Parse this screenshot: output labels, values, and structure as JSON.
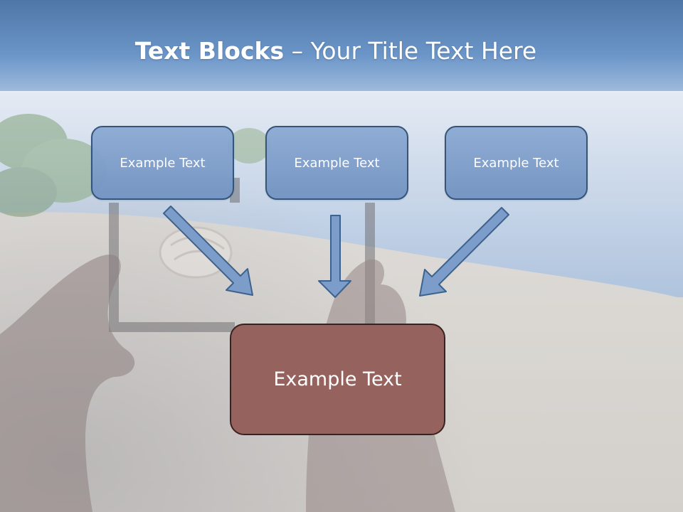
{
  "title": {
    "bold": "Text Blocks",
    "separator": " – ",
    "rest": "Your Title Text Here"
  },
  "boxes": [
    {
      "label": "Example Text"
    },
    {
      "label": "Example Text"
    },
    {
      "label": "Example Text"
    }
  ],
  "main_box": {
    "label": "Example Text"
  },
  "colors": {
    "box_fill": "#7c9dc9",
    "box_border": "#2f5078",
    "main_fill": "#96625e",
    "main_border": "#3b2220",
    "arrow_fill": "#7c9dc9"
  }
}
